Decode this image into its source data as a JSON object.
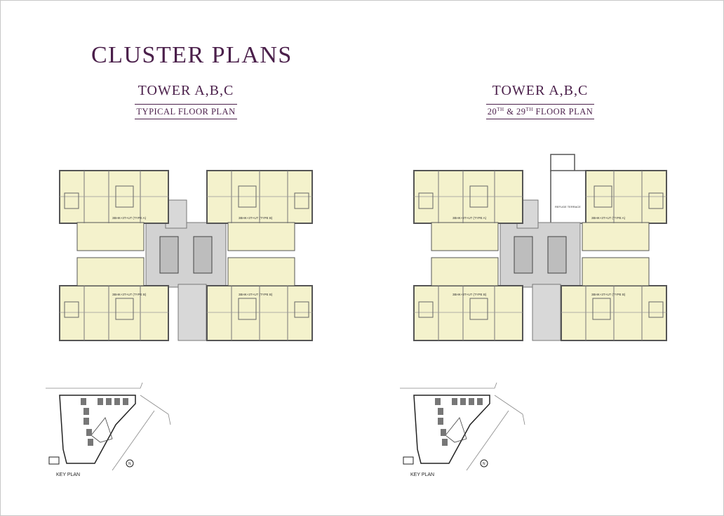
{
  "page": {
    "title": "CLUSTER PLANS"
  },
  "left": {
    "tower": "TOWER A,B,C",
    "subtitle": "TYPICAL FLOOR PLAN",
    "unit_labels": [
      "3BHK+3T+UT (TYPE A)",
      "3BHK+3T+UT (TYPE B)",
      "3BHK+3T+UT (TYPE B)",
      "3BHK+3T+UT (TYPE B)"
    ],
    "key_plan_label": "KEY PLAN",
    "north_label": "N"
  },
  "right": {
    "tower": "TOWER A,B,C",
    "subtitle_prefix_1": "20",
    "subtitle_sup_1": "TH",
    "subtitle_mid": " & 29",
    "subtitle_sup_2": "TH",
    "subtitle_suffix": " FLOOR PLAN",
    "refuge_label": "REFUGE TERRACE",
    "unit_labels": [
      "3BHK+3T+UT (TYPE A)",
      "3BHK+3T+UT (TYPE A)",
      "3BHK+3T+UT (TYPE B)",
      "3BHK+3T+UT (TYPE B)"
    ],
    "key_plan_label": "KEY PLAN",
    "north_label": "N"
  },
  "colors": {
    "accent": "#4a1f4a",
    "unit_fill": "#f4f2cc",
    "core_fill": "#d2d2d2",
    "wall": "#555555"
  }
}
